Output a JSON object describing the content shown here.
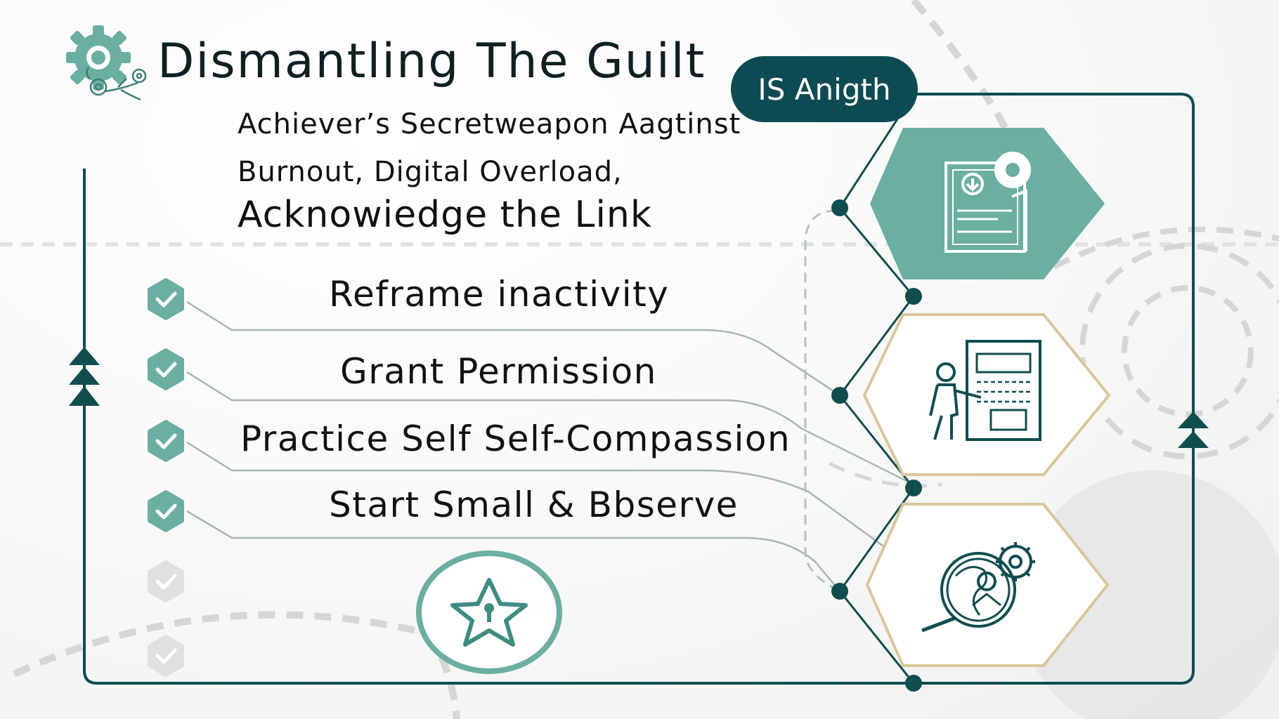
{
  "header": {
    "title": "Dismantling The Guilt",
    "subtitle_line1": "Achiever’s Secretweapon Aagtinst",
    "subtitle_line2": "Burnout, Digital Overload,",
    "subtitle_line3": "Acknowiedge the Link"
  },
  "pill": {
    "label": "IS Anigth"
  },
  "steps": [
    {
      "label": "Reframe inactivity",
      "status": "active"
    },
    {
      "label": "Grant Permission",
      "status": "active"
    },
    {
      "label": "Practice Self Self-Compassion",
      "status": "active"
    },
    {
      "label": "Start Small & Bbserve",
      "status": "active"
    },
    {
      "label": "",
      "status": "inactive"
    },
    {
      "label": "",
      "status": "inactive"
    }
  ],
  "icons": {
    "logo": "gear-flower-icon",
    "star_badge": "star-keyhole-icon",
    "hexagon1": "document-download-icon",
    "hexagon2": "person-board-icon",
    "hexagon3": "globe-gear-icon",
    "check": "check-icon"
  },
  "colors": {
    "teal": "#6aaf9f",
    "dark_teal": "#0d4b52",
    "gold": "#d8c79a",
    "inactive": "#dfe1e1"
  }
}
